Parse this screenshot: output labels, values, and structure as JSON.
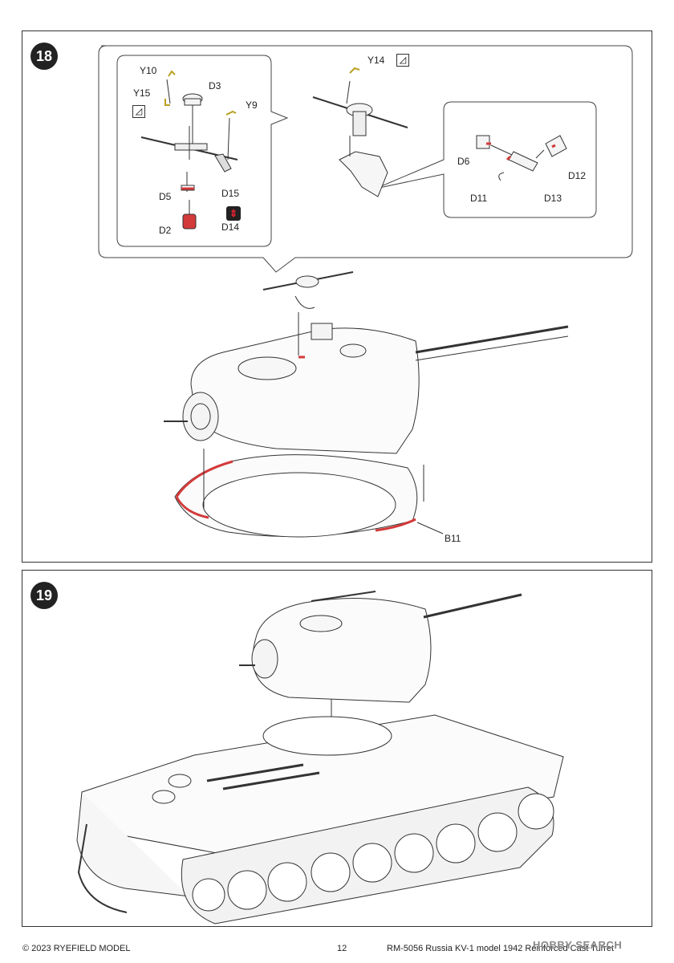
{
  "steps": [
    {
      "number": "18",
      "labels": {
        "y10": "Y10",
        "y15": "Y15",
        "d3": "D3",
        "y9": "Y9",
        "d5": "D5",
        "d15": "D15",
        "d2": "D2",
        "d14": "D14",
        "y14": "Y14",
        "d6": "D6",
        "d12": "D12",
        "d11": "D11",
        "d13": "D13",
        "b11": "B11"
      }
    },
    {
      "number": "19"
    }
  ],
  "icons": {
    "glue": "glue-icon",
    "swap": "swap-icon"
  },
  "colors": {
    "highlight": "#d33a3a",
    "line": "#333333"
  },
  "footer": {
    "copyright": "© 2023 RYEFIELD MODEL",
    "page": "12",
    "product": "RM-5056 Russia KV-1 model 1942 Reinforced Cast Turret"
  },
  "watermark": "HOBBY SEARCH"
}
